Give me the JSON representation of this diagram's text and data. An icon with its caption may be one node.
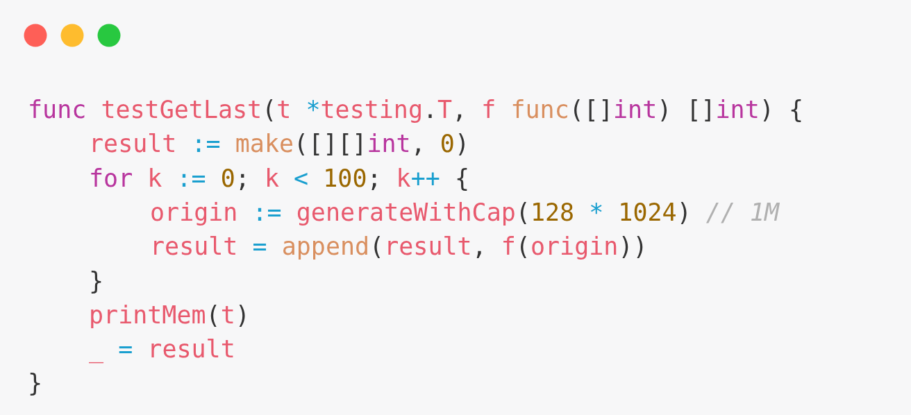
{
  "diagram": {
    "labels": [
      "func testGetLast(t *testing.T, f func([]int) []int) {",
      "result := make([][]int, 0)",
      "for k := 0; k < 100; k++ {",
      "origin := generateWithCap(128 * 1024) // 1M",
      "result = append(result, f(origin))",
      "}",
      "printMem(t)",
      "_ = result",
      "}"
    ]
  }
}
